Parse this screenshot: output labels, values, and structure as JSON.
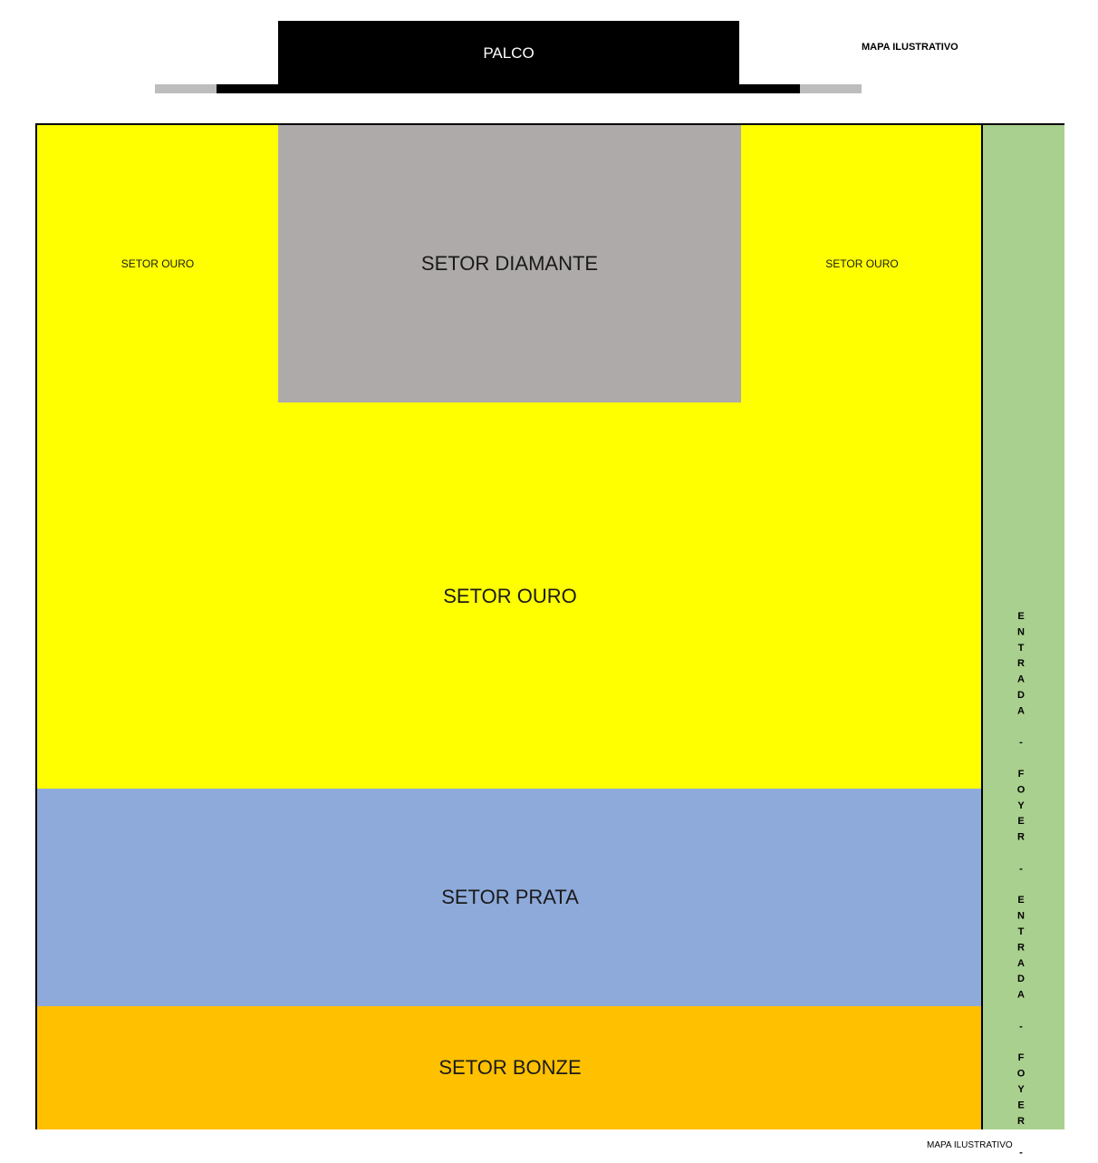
{
  "stage": {
    "label": "PALCO"
  },
  "notes": {
    "top": "MAPA ILUSTRATIVO",
    "bottom": "MAPA ILUSTRATIVO"
  },
  "sectors": {
    "diamante": "SETOR DIAMANTE",
    "ouro_left": "SETOR OURO",
    "ouro_right": "SETOR OURO",
    "ouro": "SETOR OURO",
    "prata": "SETOR PRATA",
    "bronze": "SETOR BONZE"
  },
  "side_strip": {
    "label": "ENTRADA - FOYER - ENTRADA - FOYER -"
  },
  "colors": {
    "ouro": "#ffff00",
    "diamante": "#aeaaa9",
    "prata": "#8eaadb",
    "bronze": "#ffc000",
    "foyer": "#a9d08e",
    "stage": "#000000"
  }
}
